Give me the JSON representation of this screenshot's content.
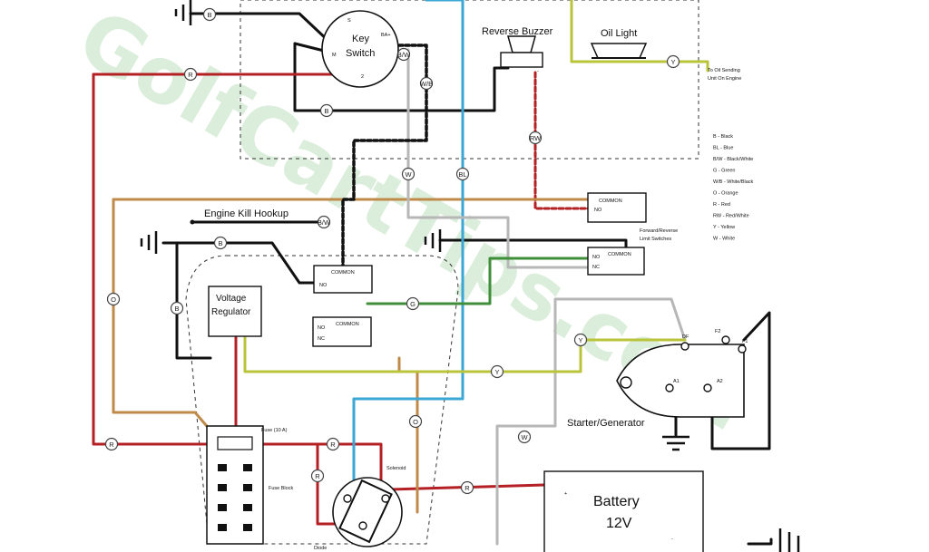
{
  "watermark": "GolfCartTips.com",
  "colors": {
    "black": "#111111",
    "red": "#b52025",
    "orange": "#c08a4a",
    "blue": "#3aa7d4",
    "green": "#3f8f3a",
    "yellow": "#b9c43a",
    "gray": "#b7b7b7",
    "watermark": "#cfe8cf"
  },
  "labels": {
    "key_switch_1": "Key",
    "key_switch_2": "Switch",
    "reverse_buzzer": "Reverse Buzzer",
    "oil_light": "Oil Light",
    "oil_sending_1": "To Oil Sending",
    "oil_sending_2": "Unit On Engine",
    "engine_kill": "Engine Kill Hookup",
    "voltage_regulator_1": "Voltage",
    "voltage_regulator_2": "Regulator",
    "fuse": "Fuse (10 A)",
    "fuse_block": "Fuse Block",
    "solenoid": "Solenoid",
    "diode": "Diode",
    "starter_generator": "Starter/Generator",
    "battery": "Battery",
    "battery_voltage": "12V",
    "forward_reverse_1": "Forward/Reverse",
    "forward_reverse_2": "Limit Switches",
    "common": "COMMON",
    "no": "NO",
    "nc": "NC",
    "plus": "+",
    "minus": "-",
    "term_df": "DF",
    "term_f2": "F2",
    "term_f1": "F1",
    "term_a1": "A1",
    "term_a2": "A2",
    "ks_s": "S",
    "ks_m": "M",
    "ks_bat": "BA+",
    "ks_2": "2"
  },
  "legend": [
    "B - Black",
    "BL - Blue",
    "B/W - Black/White",
    "G - Green",
    "W/B - White/Black",
    "O - Orange",
    "R - Red",
    "RW - Red/White",
    "Y - Yellow",
    "W - White"
  ],
  "wire_codes": {
    "b": "B",
    "r": "R",
    "o": "O",
    "g": "G",
    "y": "Y",
    "w": "W",
    "bl": "BL",
    "bw": "B/W",
    "wb": "W/B",
    "rw": "RW"
  }
}
